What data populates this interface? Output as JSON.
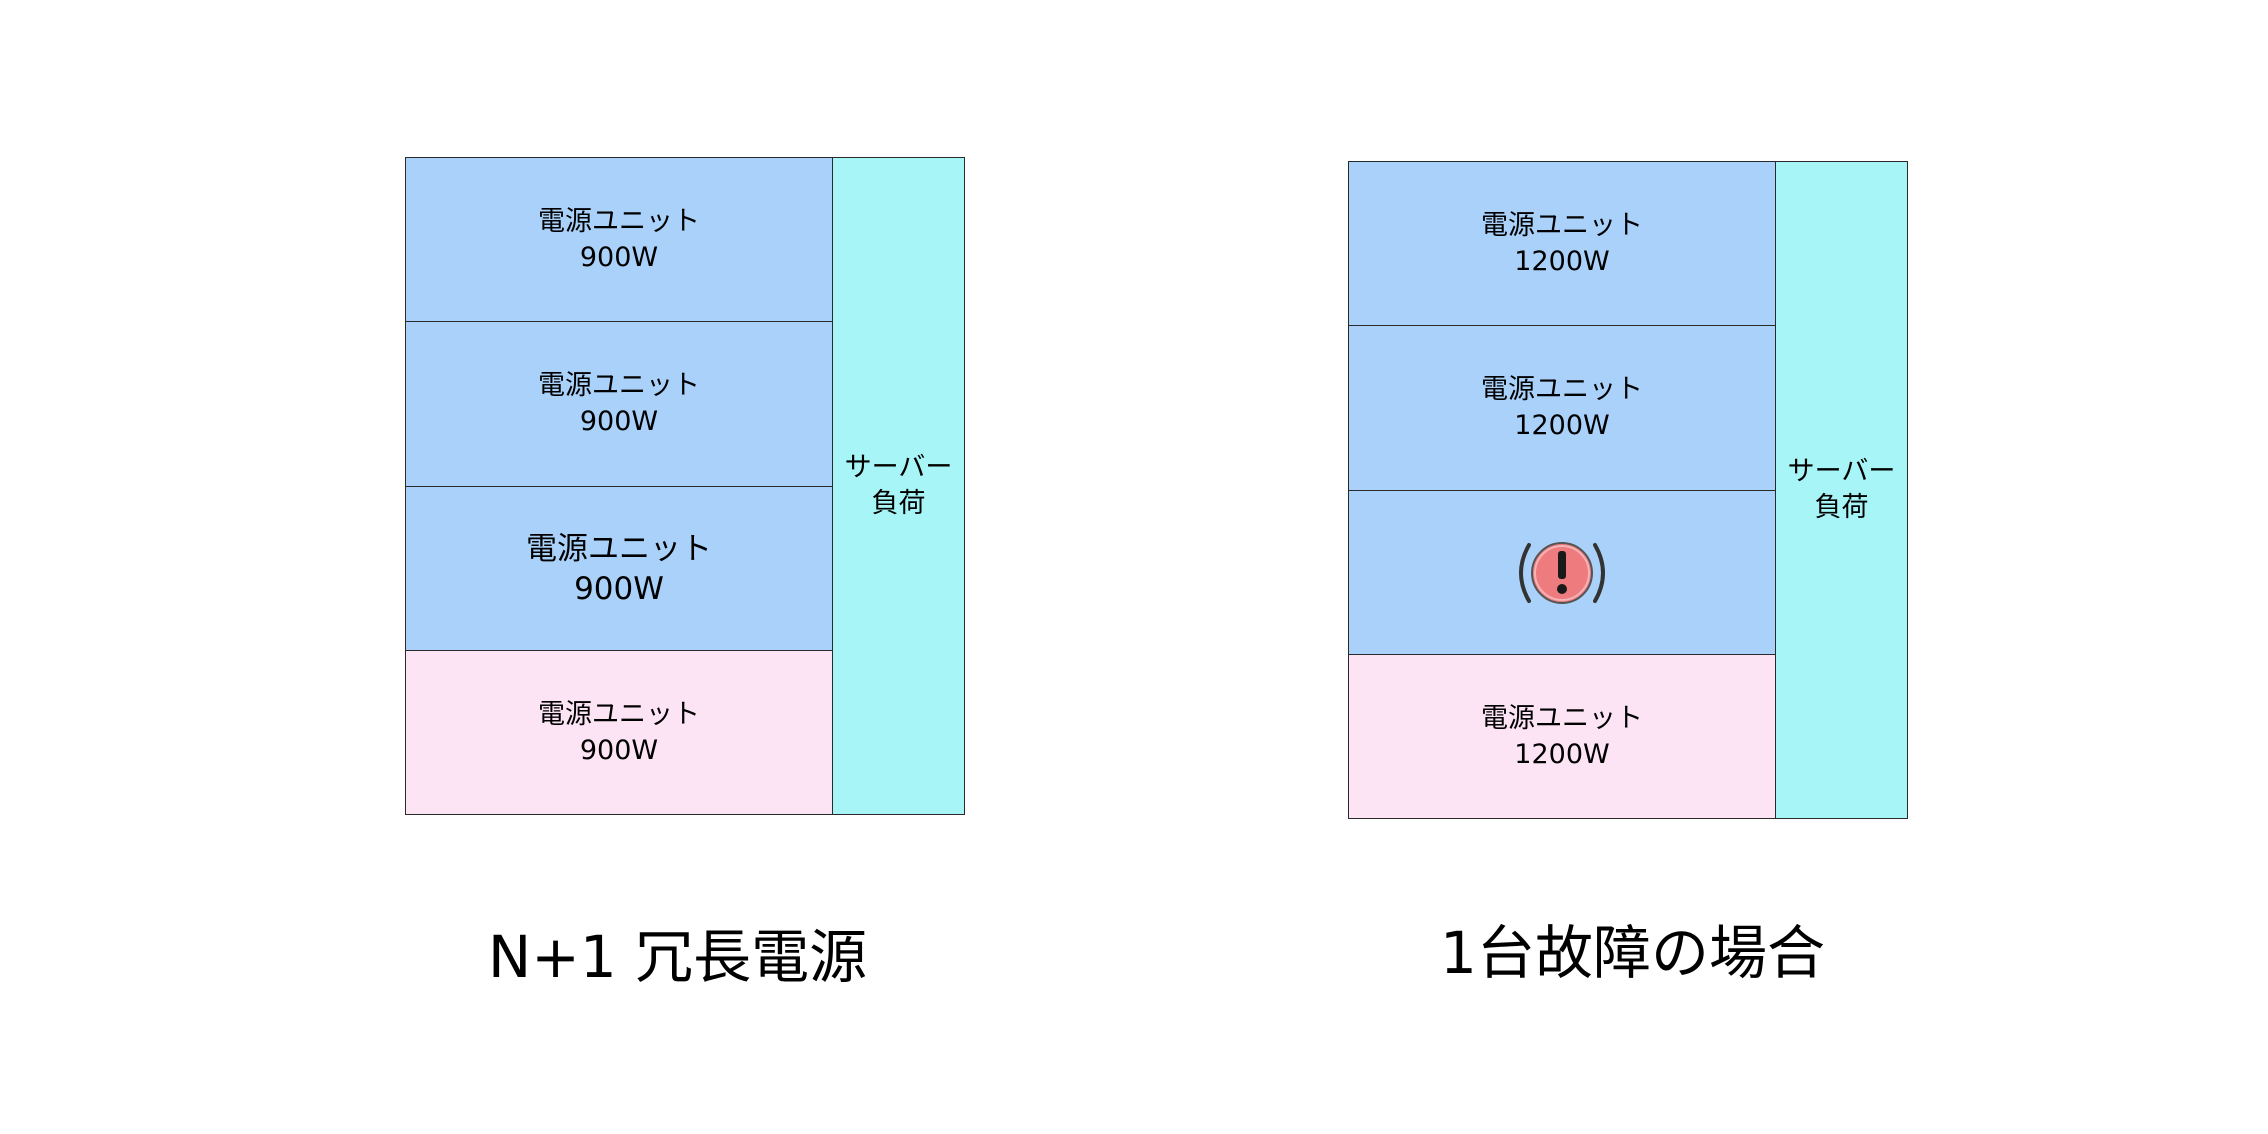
{
  "colors": {
    "active_unit": "#a9d1fa",
    "spare_unit": "#fce4f5",
    "server_load": "#a8f5f8",
    "failure_icon": "#ee7b7e"
  },
  "left": {
    "units": [
      {
        "name": "電源ユニット",
        "watt": "900W",
        "role": "active"
      },
      {
        "name": "電源ユニット",
        "watt": "900W",
        "role": "active"
      },
      {
        "name": "電源ユニット",
        "watt": "900W",
        "role": "active"
      },
      {
        "name": "電源ユニット",
        "watt": "900W",
        "role": "spare"
      }
    ],
    "load_line1": "サーバー",
    "load_line2": "負荷",
    "caption": "N+1 冗長電源"
  },
  "right": {
    "units": [
      {
        "name": "電源ユニット",
        "watt": "1200W",
        "role": "active"
      },
      {
        "name": "電源ユニット",
        "watt": "1200W",
        "role": "active"
      },
      {
        "name": "",
        "watt": "",
        "role": "failed",
        "icon": "failure-warning-icon"
      },
      {
        "name": "電源ユニット",
        "watt": "1200W",
        "role": "spare"
      }
    ],
    "load_line1": "サーバー",
    "load_line2": "負荷",
    "caption": "1台故障の場合"
  }
}
